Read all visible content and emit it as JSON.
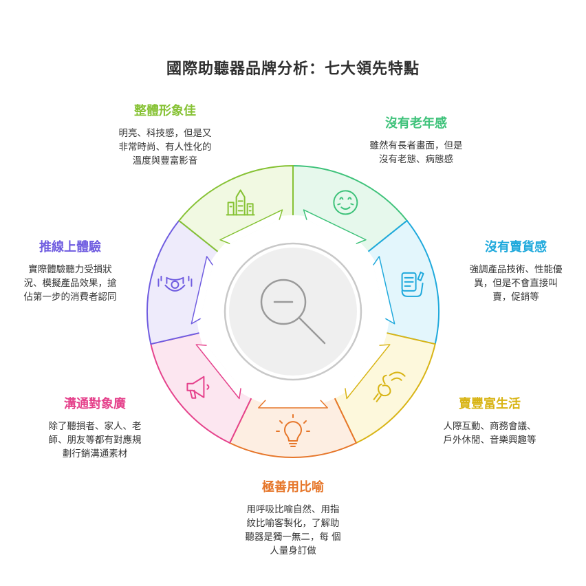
{
  "title": "國際助聽器品牌分析：七大領先特點",
  "segments": [
    {
      "heading": "沒有老年感",
      "text": "雖然有長者畫面，但是沒有老態、病態感",
      "lines": [
        "雖然有長者畫面，但是",
        "沒有老態、病態感"
      ],
      "color": "#3ec27a",
      "fill": "#e6f8ec",
      "icon": "face-icon"
    },
    {
      "heading": "沒有賣貨感",
      "text": "強調產品技術、性能優異，但是不會直接叫賣，促銷等",
      "lines": [
        "強調產品技術、性能優",
        "異，但是不會直接叫",
        "賣，促銷等"
      ],
      "color": "#1fa9dc",
      "fill": "#e3f6fc",
      "icon": "document-icon"
    },
    {
      "heading": "賣豐富生活",
      "text": "人際互動、商務會議、戶外休閒、音樂興趣等",
      "lines": [
        "人際互動、商務會議、",
        "戶外休閒、音樂興趣等"
      ],
      "color": "#d8b415",
      "fill": "#fdf8dc",
      "icon": "hearing-aid-icon"
    },
    {
      "heading": "極善用比喻",
      "text": "用呼吸比喻自然、用指紋比喻客製化，了解助聽器是獨一無二，每 個人量身訂做",
      "lines": [
        "用呼吸比喻自然、用指",
        "紋比喻客製化，了解助",
        "聽器是獨一無二，每 個",
        "人量身訂做"
      ],
      "color": "#e6762a",
      "fill": "#fdeee2",
      "icon": "lightbulb-icon"
    },
    {
      "heading": "溝通對象廣",
      "text": "除了聽損者、家人、老師、朋友等都有對應規劃行銷溝通素材",
      "lines": [
        "除了聽損者、家人、老",
        "師、朋友等都有對應規",
        "劃行銷溝通素材"
      ],
      "color": "#e5428c",
      "fill": "#fce6f0",
      "icon": "megaphone-icon"
    },
    {
      "heading": "推線上體驗",
      "text": "實際體驗聽力受損狀況、模擬產品效果，搶佔第一步的消費者認同",
      "lines": [
        "實際體驗聽力受損狀",
        "況、模擬產品效果，搶",
        "佔第一步的消費者認同"
      ],
      "color": "#6f5ce0",
      "fill": "#eeebfb",
      "icon": "vr-headset-icon"
    },
    {
      "heading": "整體形象佳",
      "text": "明亮、科技感，但是又非常時尚、有人性化的溫度與豐富影音",
      "lines": [
        "明亮、科技感，但是又",
        "非常時尚、有人性化的",
        "溫度與豐富影音"
      ],
      "color": "#86c234",
      "fill": "#f1f9e2",
      "icon": "city-icon"
    }
  ],
  "center": {
    "icon": "magnifier-icon",
    "color": "#9a9a9a"
  }
}
